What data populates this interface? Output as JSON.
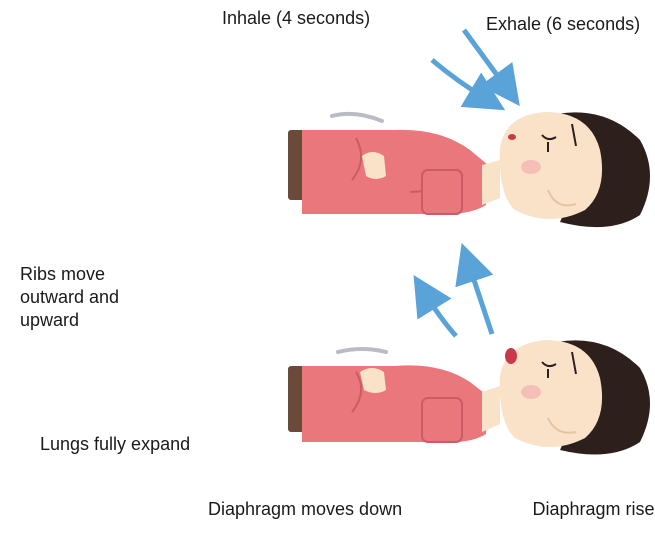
{
  "labels": {
    "inhale": "Inhale (4 seconds)",
    "exhale": "Exhale (6 seconds)",
    "ribs": "Ribs move outward and upward",
    "lungs": "Lungs fully expand",
    "diaphragm_down": "Diaphragm moves down",
    "diaphragm_rises": "Diaphragm rises"
  },
  "colors": {
    "arrow": "#5aa3d8",
    "shirt": "#e9777c",
    "shirt_shadow": "#c95c66",
    "skin": "#f9e2c8",
    "hair": "#2d1f1c",
    "pants": "#6a4a3a",
    "motion_line": "#b9bcc4"
  }
}
